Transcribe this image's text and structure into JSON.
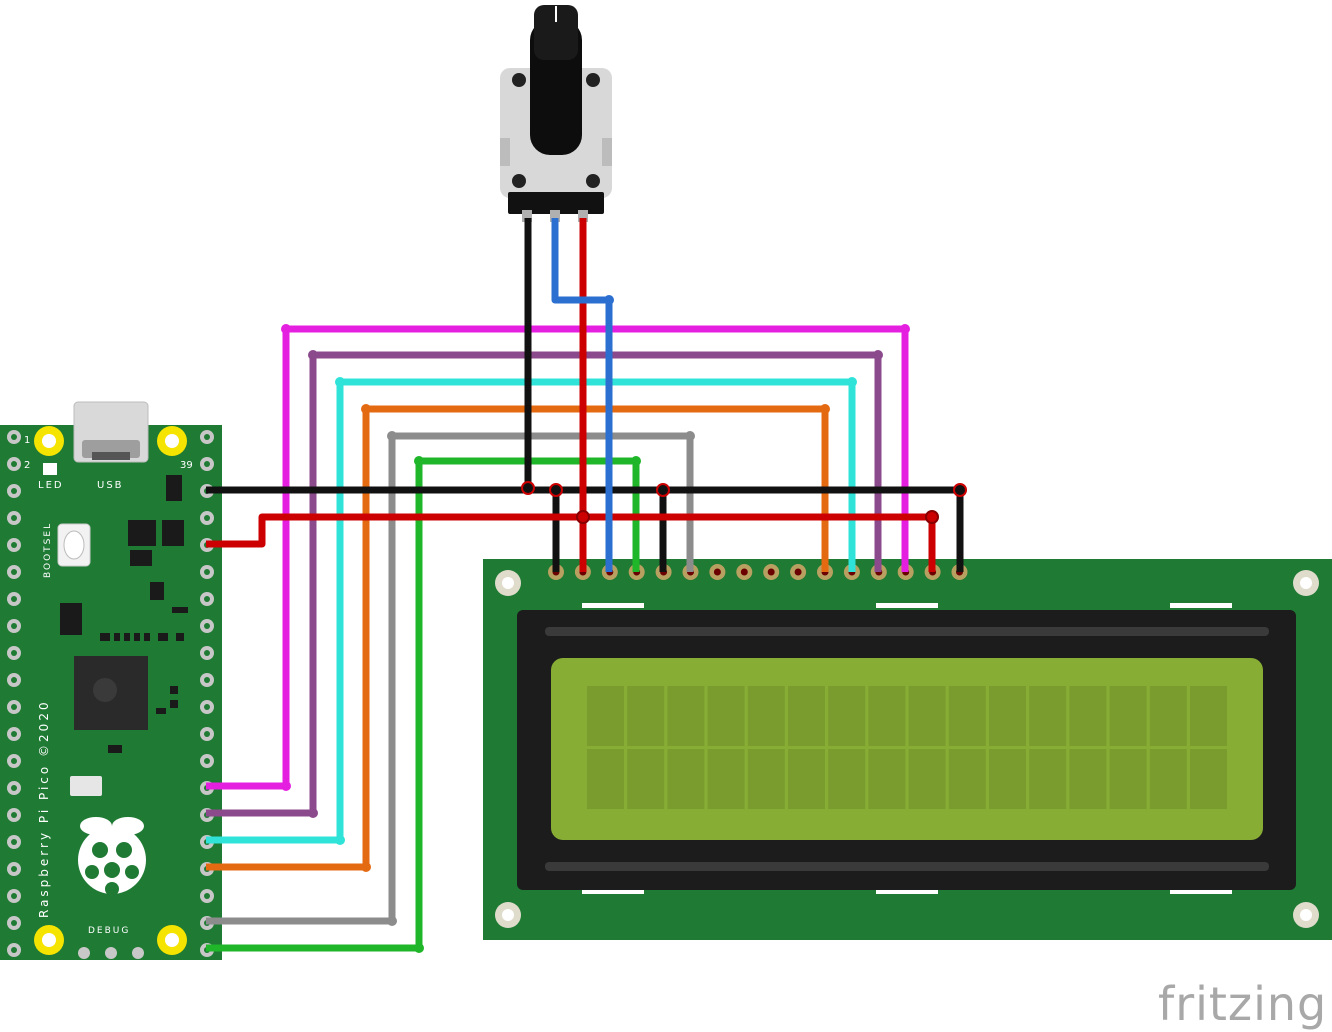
{
  "pico": {
    "pin_label_1": "1",
    "pin_label_2": "2",
    "pin_label_39": "39",
    "led_label": "LED",
    "usb_label": "USB",
    "bootsel_label": "BOOTSEL",
    "board_name": "Raspberry Pi Pico ©2020",
    "debug_label": "DEBUG"
  },
  "brand": {
    "text": "fritzing"
  },
  "colors": {
    "pcb_green": "#1f7a34",
    "lcd_green": "#88ad35",
    "wire_magenta": "#e51fe0",
    "wire_purple": "#8b4a8c",
    "wire_cyan": "#2fe3d8",
    "wire_orange": "#e46a12",
    "wire_gray": "#8c8c8c",
    "wire_green": "#1fb62a",
    "wire_black": "#111111",
    "wire_red": "#cc0000",
    "wire_blue": "#2b6fd0"
  }
}
